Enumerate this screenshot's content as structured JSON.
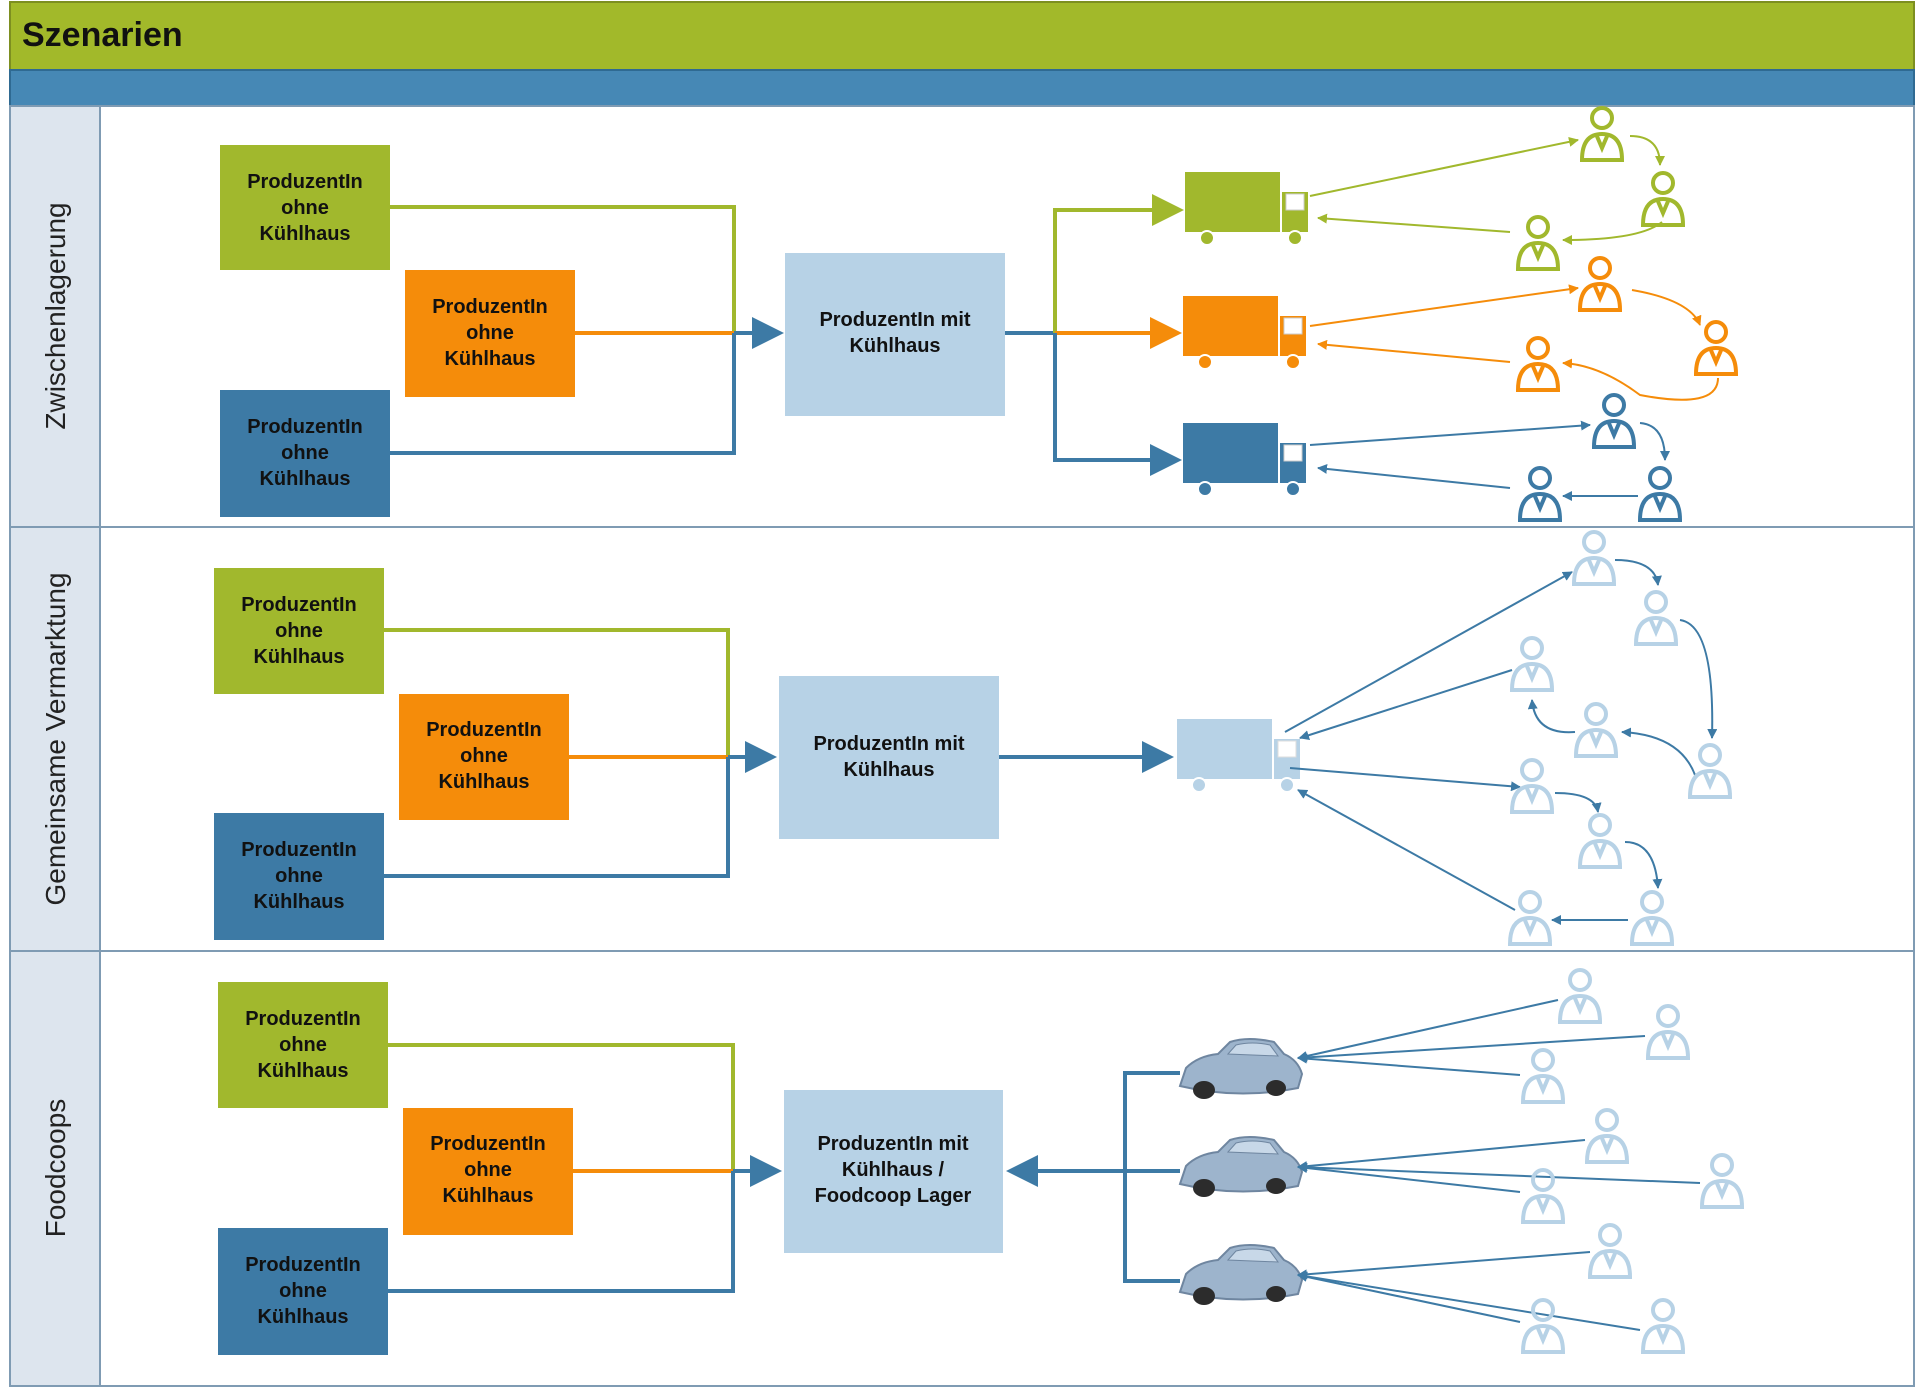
{
  "title": "Szenarien",
  "colors": {
    "header": "#a2b92a",
    "subheader": "#4688b5",
    "lane_label_bg": "#dde5ee",
    "green": "#a1b82d",
    "orange": "#f58c0a",
    "blue": "#3d7aa5",
    "light": "#b7d2e6",
    "text": "#111111"
  },
  "icons": {
    "truck": "truck-icon",
    "person": "person-icon",
    "car": "car-icon"
  },
  "lanes": [
    {
      "label": "Zwischenlagerung",
      "producers": [
        {
          "line1": "ProduzentIn",
          "line2": "ohne",
          "line3": "Kühlhaus",
          "color": "green"
        },
        {
          "line1": "ProduzentIn",
          "line2": "ohne",
          "line3": "Kühlhaus",
          "color": "orange"
        },
        {
          "line1": "ProduzentIn",
          "line2": "ohne",
          "line3": "Kühlhaus",
          "color": "blue"
        }
      ],
      "hub": {
        "line1": "ProduzentIn mit",
        "line2": "Kühlhaus",
        "line3": ""
      }
    },
    {
      "label": "Gemeinsame Vermarktung",
      "producers": [
        {
          "line1": "ProduzentIn",
          "line2": "ohne",
          "line3": "Kühlhaus",
          "color": "green"
        },
        {
          "line1": "ProduzentIn",
          "line2": "ohne",
          "line3": "Kühlhaus",
          "color": "orange"
        },
        {
          "line1": "ProduzentIn",
          "line2": "ohne",
          "line3": "Kühlhaus",
          "color": "blue"
        }
      ],
      "hub": {
        "line1": "ProduzentIn mit",
        "line2": "Kühlhaus",
        "line3": ""
      }
    },
    {
      "label": "Foodcoops",
      "producers": [
        {
          "line1": "ProduzentIn",
          "line2": "ohne",
          "line3": "Kühlhaus",
          "color": "green"
        },
        {
          "line1": "ProduzentIn",
          "line2": "ohne",
          "line3": "Kühlhaus",
          "color": "orange"
        },
        {
          "line1": "ProduzentIn",
          "line2": "ohne",
          "line3": "Kühlhaus",
          "color": "blue"
        }
      ],
      "hub": {
        "line1": "ProduzentIn mit",
        "line2": "Kühlhaus /",
        "line3": "Foodcoop Lager"
      }
    }
  ]
}
